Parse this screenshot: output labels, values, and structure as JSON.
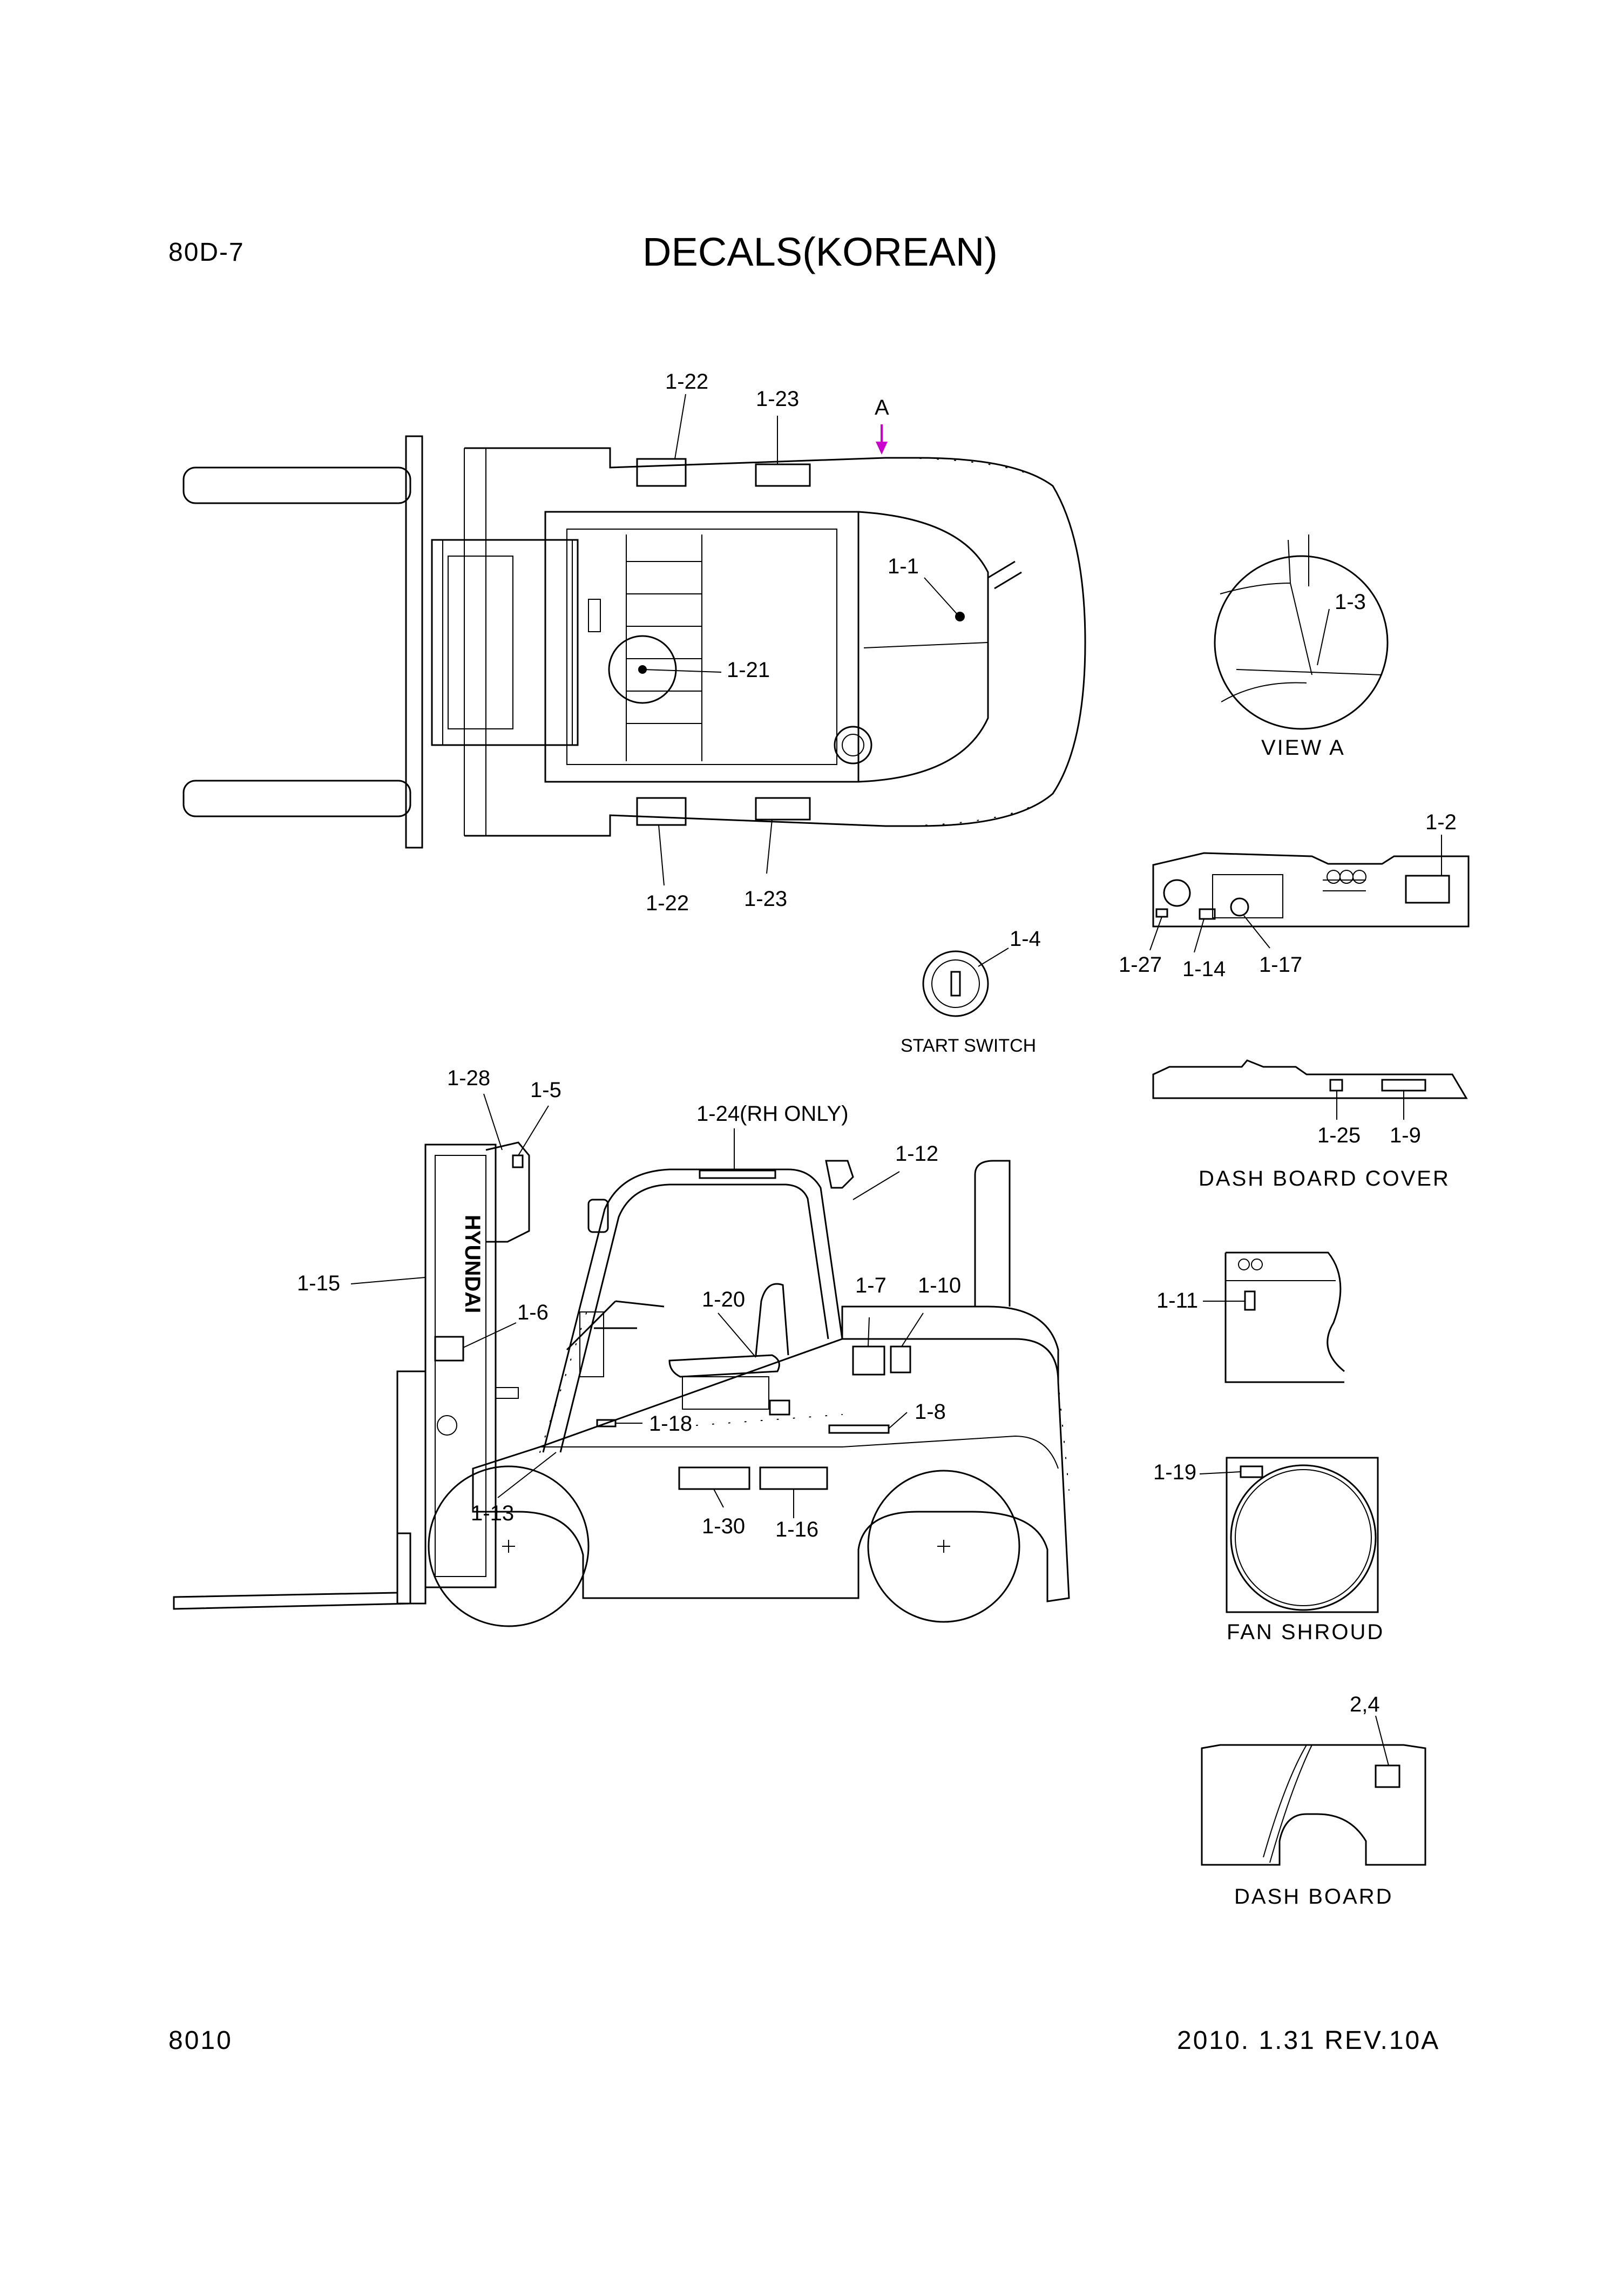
{
  "header": {
    "model": "80D-7",
    "title": "DECALS(KOREAN)"
  },
  "footer": {
    "page": "8010",
    "revision": "2010. 1.31  REV.10A"
  },
  "top_view": {
    "view_marker": "A",
    "labels": {
      "1-22a": "1-22",
      "1-23a": "1-23",
      "1-1": "1-1",
      "1-21": "1-21",
      "1-22b": "1-22",
      "1-23b": "1-23"
    }
  },
  "side_view": {
    "labels": {
      "1-28": "1-28",
      "1-5": "1-5",
      "1-24": "1-24(RH ONLY)",
      "1-12": "1-12",
      "1-15": "1-15",
      "1-6": "1-6",
      "1-20": "1-20",
      "1-7": "1-7",
      "1-10": "1-10",
      "1-8": "1-8",
      "1-18": "1-18",
      "1-13": "1-13",
      "1-30": "1-30",
      "1-16": "1-16"
    },
    "mast_logo": "HYUNDAI"
  },
  "details": {
    "view_a": {
      "caption": "VIEW A",
      "label": "1-3"
    },
    "dash_panel": {
      "labels": [
        "1-2",
        "1-27",
        "1-14",
        "1-17"
      ]
    },
    "start_switch": {
      "caption": "START SWITCH",
      "label": "1-4"
    },
    "dash_board_cover": {
      "caption": "DASH BOARD COVER",
      "labels": [
        "1-25",
        "1-9"
      ]
    },
    "hood_detail": {
      "label": "1-11"
    },
    "fan_shroud": {
      "caption": "FAN SHROUD",
      "label": "1-19"
    },
    "dash_board": {
      "caption": "DASH BOARD",
      "label": "2,4"
    }
  },
  "colors": {
    "line": "#000000",
    "arrow": "#cc00cc",
    "background": "#ffffff"
  }
}
